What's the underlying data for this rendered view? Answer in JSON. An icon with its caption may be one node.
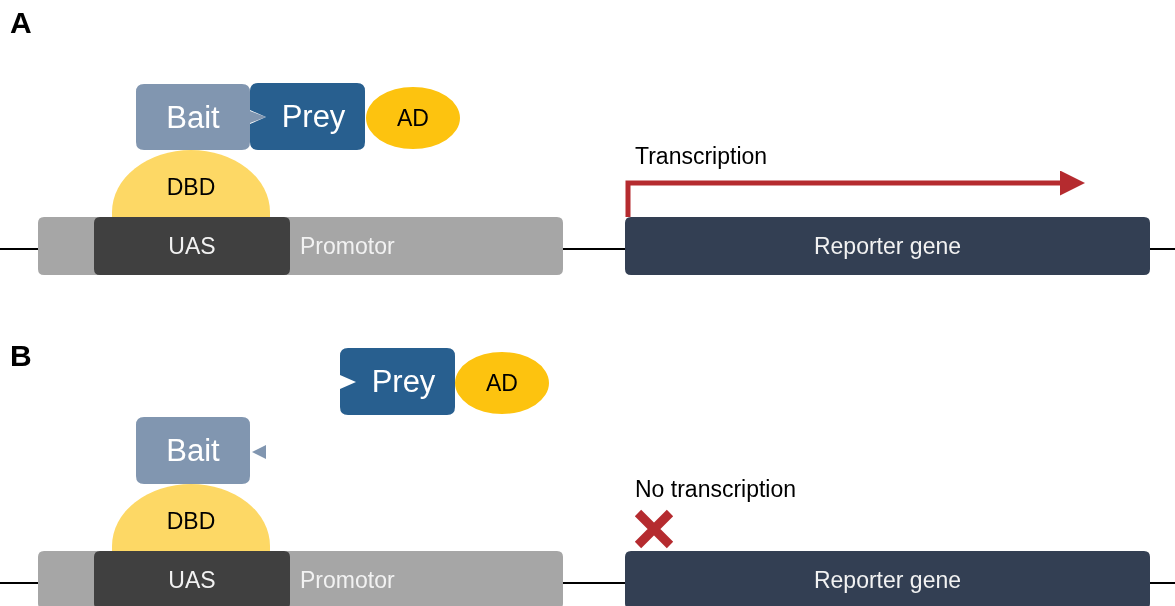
{
  "diagram": {
    "nodes": [
      {
        "text": [
          "Bait"
        ]
      },
      {
        "text": [
          "Prey"
        ]
      },
      {
        "text": [
          "AD"
        ]
      },
      {
        "text": [
          "DBD"
        ]
      },
      {
        "text": [
          "Promotor"
        ]
      },
      {
        "text": [
          "UAS"
        ],
        "in": 4
      },
      {
        "text": [
          "Reporter gene"
        ]
      },
      {
        "text": [
          "Bait"
        ]
      },
      {
        "text": [
          "Prey"
        ]
      },
      {
        "text": [
          "AD"
        ]
      },
      {
        "text": [
          "DBD"
        ]
      },
      {
        "text": [
          "Promotor"
        ]
      },
      {
        "text": [
          "UAS"
        ],
        "in": 11
      },
      {
        "text": [
          "Reporter gene"
        ]
      }
    ],
    "edges": [
      {
        "from": null,
        "to": 4,
        "arrow": "none"
      },
      {
        "from": 4,
        "to": 6,
        "arrow": "none"
      },
      {
        "from": 6,
        "to": null,
        "arrow": "none"
      },
      {
        "from": 6,
        "to": null,
        "arrow": "to",
        "label": "Transcription",
        "style": "thick",
        "color": "#b52b2f"
      },
      {
        "from": null,
        "to": 11,
        "arrow": "none"
      },
      {
        "from": 11,
        "to": 13,
        "arrow": "none"
      },
      {
        "from": 13,
        "to": null,
        "arrow": "none"
      }
    ],
    "labels": [
      "A",
      "B",
      "No transcription"
    ]
  }
}
